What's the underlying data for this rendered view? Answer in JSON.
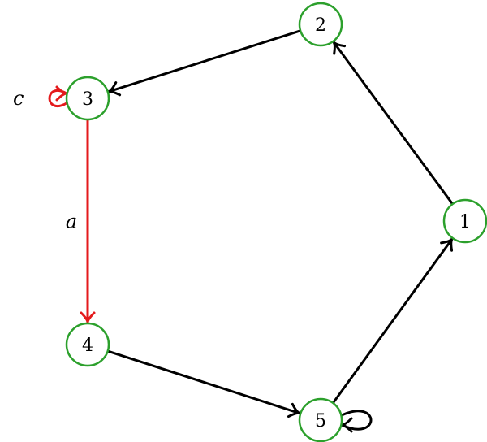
{
  "colors": {
    "node_stroke": "#2ca02c",
    "edge_default": "#000000",
    "edge_highlight": "#e41a1c"
  },
  "nodes": [
    {
      "id": "1",
      "label": "1"
    },
    {
      "id": "2",
      "label": "2"
    },
    {
      "id": "3",
      "label": "3"
    },
    {
      "id": "4",
      "label": "4"
    },
    {
      "id": "5",
      "label": "5"
    }
  ],
  "edges": [
    {
      "from": "1",
      "to": "2",
      "label": "",
      "highlight": false
    },
    {
      "from": "2",
      "to": "3",
      "label": "",
      "highlight": false
    },
    {
      "from": "3",
      "to": "4",
      "label": "a",
      "highlight": true
    },
    {
      "from": "4",
      "to": "5",
      "label": "",
      "highlight": false
    },
    {
      "from": "5",
      "to": "1",
      "label": "",
      "highlight": false
    },
    {
      "from": "3",
      "to": "3",
      "label": "c",
      "highlight": true
    },
    {
      "from": "5",
      "to": "5",
      "label": "",
      "highlight": false
    }
  ]
}
